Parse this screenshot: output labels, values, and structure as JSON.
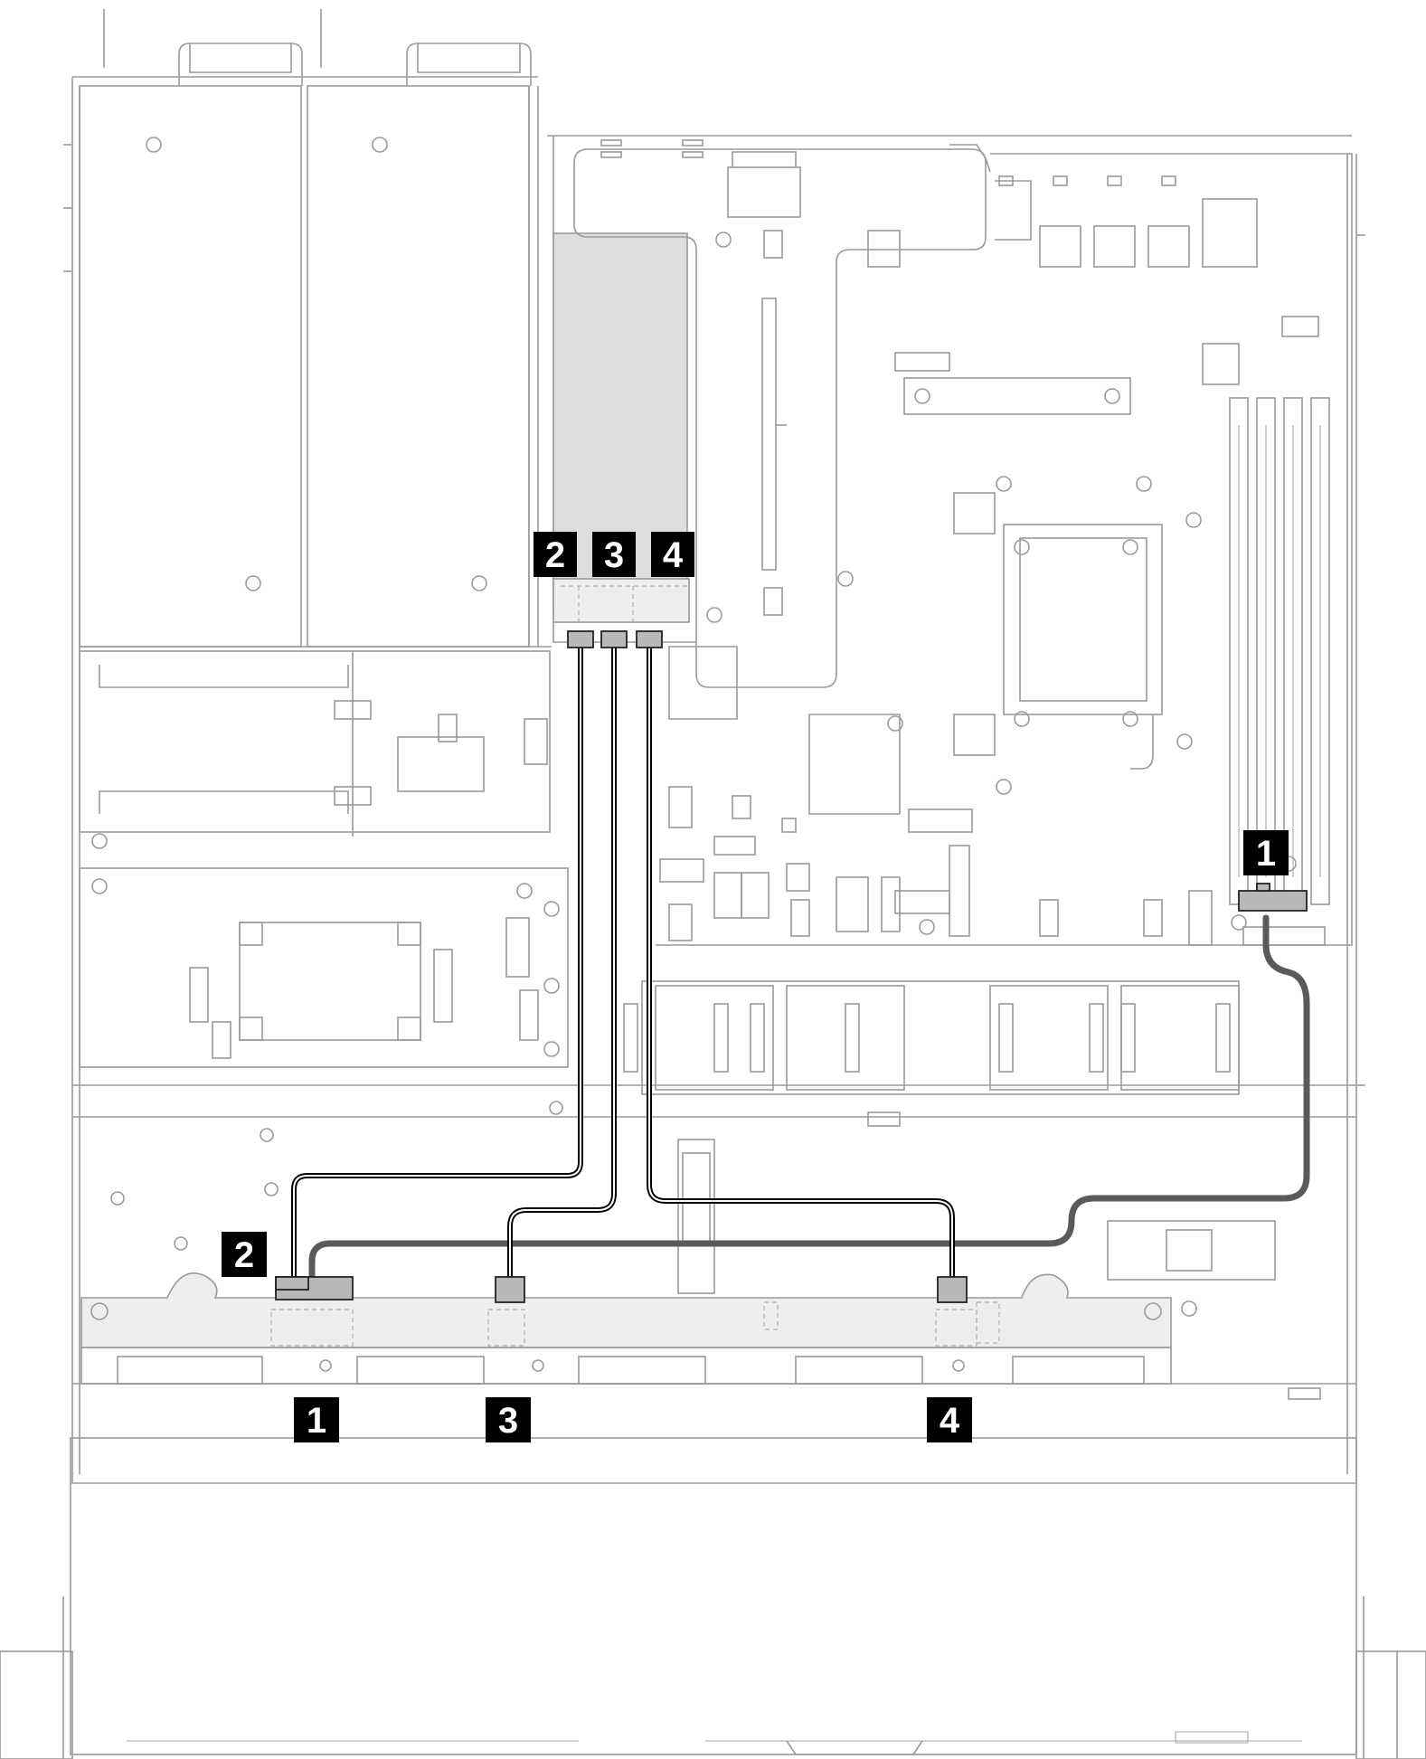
{
  "callouts": {
    "riser_2": "2",
    "riser_3": "3",
    "riser_4": "4",
    "board_1": "1",
    "backplane_2": "2",
    "front_1": "1",
    "front_3": "3",
    "front_4": "4"
  },
  "colors": {
    "cable_signal": "#000000",
    "cable_power": "#5a5a5a",
    "line_art": "#9a9a9a",
    "callout_bg": "#000000",
    "callout_fg": "#ffffff"
  }
}
